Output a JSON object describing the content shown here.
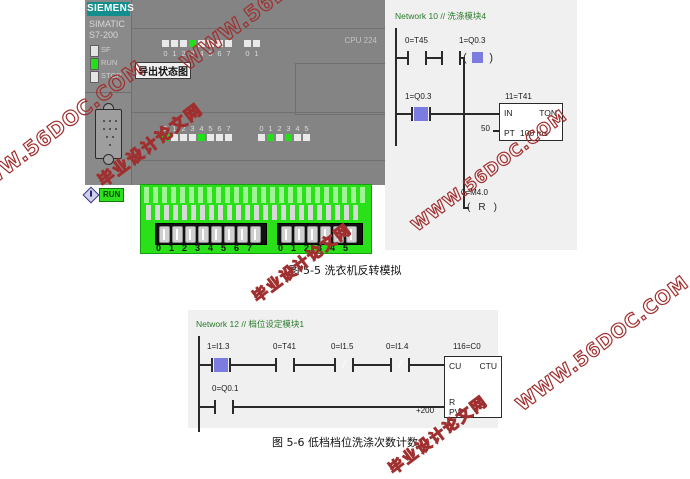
{
  "document": {
    "figures": [
      {
        "id": "fig-5-5",
        "caption": "图 5-5  洗衣机反转模拟",
        "simulation": {
          "brand": "SIEMENS",
          "family": "SIMATIC",
          "model": "S7-200",
          "cpu_label": "CPU 224",
          "status_leds": [
            {
              "name": "SF",
              "state": "off"
            },
            {
              "name": "RUN",
              "state": "on"
            },
            {
              "name": "STOP",
              "state": "off"
            }
          ],
          "mode_badge": "RUN",
          "overlay_label": "导出状态图",
          "input_led_group_a": {
            "labels": [
              "0",
              "1",
              "2",
              "3",
              "4",
              "5",
              "6",
              "7"
            ],
            "on": [
              3
            ]
          },
          "input_led_group_b": {
            "labels": [
              "0",
              "1"
            ],
            "on": []
          },
          "output_led_group_a": {
            "labels": [
              "0",
              "1",
              "2",
              "3",
              "4",
              "5",
              "6",
              "7"
            ],
            "on": [
              0,
              4
            ]
          },
          "output_led_group_b": {
            "labels": [
              "0",
              "1",
              "2",
              "3",
              "4",
              "5"
            ],
            "on": [
              1,
              3
            ]
          },
          "terminal_group_a_labels": [
            "0",
            "1",
            "2",
            "3",
            "4",
            "5",
            "6",
            "7"
          ],
          "terminal_group_b_labels": [
            "0",
            "1",
            "2",
            "3",
            "4",
            "5"
          ]
        },
        "ladder": {
          "network_title": "Network 10 // 洗涤模块4",
          "rungs": [
            {
              "contacts": [
                {
                  "tag": "0=T45",
                  "type": "no",
                  "energized": false
                },
                {
                  "tag": "1=Q0.3",
                  "type": "no",
                  "energized": false
                }
              ],
              "coil": {
                "tag": "1=Q0.3",
                "type": "output",
                "energized": true
              }
            },
            {
              "contacts": [
                {
                  "tag": "1=Q0.3",
                  "type": "no",
                  "energized": true
                }
              ],
              "box": {
                "tag": "11=T41",
                "in_label": "IN",
                "type_label": "TON",
                "pt_label": "PT",
                "pt_value": "50",
                "time_base": "100 ms"
              }
            },
            {
              "coil": {
                "tag": "0=M4.0",
                "type": "reset",
                "symbol": "R",
                "energized": false
              }
            }
          ]
        }
      },
      {
        "id": "fig-5-6",
        "caption": "图 5-6  低档档位洗涤次数计数",
        "ladder": {
          "network_title": "Network 12 // 档位设定模块1",
          "rungs": [
            {
              "contacts": [
                {
                  "tag": "1=I1.3",
                  "type": "no",
                  "energized": true
                },
                {
                  "tag": "0=T41",
                  "type": "no",
                  "energized": false
                },
                {
                  "tag": "0=I1.5",
                  "type": "nc",
                  "energized": true
                },
                {
                  "tag": "0=I1.4",
                  "type": "nc",
                  "energized": true
                }
              ]
            },
            {
              "contacts": [
                {
                  "tag": "0=Q0.1",
                  "type": "no",
                  "energized": false
                }
              ]
            }
          ],
          "box": {
            "tag": "116=C0",
            "cu_label": "CU",
            "type_label": "CTU",
            "r_label": "R",
            "pv_label": "PV",
            "pv_value": "+200"
          }
        }
      }
    ]
  },
  "watermarks": {
    "site_en": "WWW.56DOC.COM",
    "site_cn": "毕业设计论文网",
    "color_en": "#a83232",
    "color_cn": "#b23a3a"
  }
}
